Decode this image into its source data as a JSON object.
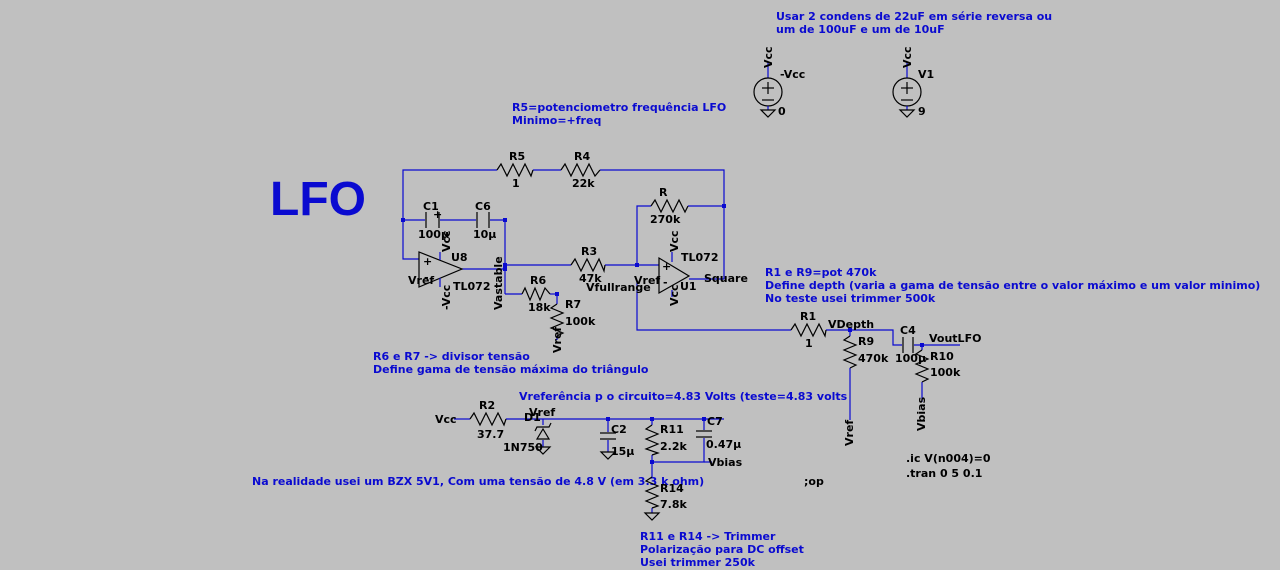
{
  "title": "LFO",
  "notes": {
    "caps_line1": "Usar 2 condens de 22uF em série reversa ou",
    "caps_line2": "um de 100uF e um de 10uF",
    "r5_line1": "R5=potenciometro frequência LFO",
    "r5_line2": "Minimo=+freq",
    "r1r9_line1": "R1 e R9=pot 470k",
    "r1r9_line2": "Define depth (varia a gama de tensão entre o valor máximo e um valor minimo)",
    "r1r9_line3": "No teste usei trimmer 500k",
    "r6r7_line1": "R6 e R7 -> divisor tensão",
    "r6r7_line2": "Define gama de tensão máxima do triângulo",
    "vref_note": "Vreferência p o circuito=4.83 Volts (teste=4.83 volts",
    "bzx_note": "Na realidade usei um BZX 5V1, Com uma tensão de 4.8 V (em 3.3 k ohm)",
    "trim_line1": "R11 e R14 -> Trimmer",
    "trim_line2": "Polarização para DC offset",
    "trim_line3": "Usei trimmer 250k",
    "spice1": ".ic V(n004)=0",
    "spice2": ".tran 0 5 0.1",
    "op": ";op"
  },
  "components": {
    "R5": {
      "name": "R5",
      "value": "1"
    },
    "R4": {
      "name": "R4",
      "value": "22k"
    },
    "R": {
      "name": "R",
      "value": "270k"
    },
    "C1": {
      "name": "C1",
      "value": "100µ"
    },
    "C6": {
      "name": "C6",
      "value": "10µ"
    },
    "R3": {
      "name": "R3",
      "value": "47k"
    },
    "U8": {
      "name": "U8",
      "value": "TL072"
    },
    "U1": {
      "name": "U1",
      "value": "TL072"
    },
    "R6": {
      "name": "R6",
      "value": "18k"
    },
    "R7": {
      "name": "R7",
      "value": "100k"
    },
    "R1": {
      "name": "R1",
      "value": "1"
    },
    "R9": {
      "name": "R9",
      "value": "470k"
    },
    "C4": {
      "name": "C4",
      "value": "100µ"
    },
    "R10": {
      "name": "R10",
      "value": "100k"
    },
    "R2": {
      "name": "R2",
      "value": "37.7"
    },
    "D1": {
      "name": "D1",
      "value": "1N750"
    },
    "C2": {
      "name": "C2",
      "value": "15µ"
    },
    "R11": {
      "name": "R11",
      "value": "2.2k"
    },
    "C7": {
      "name": "C7",
      "value": "0.47µ"
    },
    "R14": {
      "name": "R14",
      "value": "7.8k"
    },
    "Vneg": {
      "name": "-Vcc",
      "value": "0",
      "top": "Vcc"
    },
    "V1": {
      "name": "V1",
      "value": "9",
      "top": "Vcc"
    }
  },
  "nets": {
    "vcc": "Vcc",
    "neg_vcc": "-Vcc",
    "vref": "Vref",
    "vstable": "Vastable",
    "vfullrange": "Vfullrange",
    "square": "Square",
    "vdepth": "VDepth",
    "voutlfo": "VoutLFO",
    "vbias": "Vbias",
    "plus": "+",
    "minus": "-"
  }
}
